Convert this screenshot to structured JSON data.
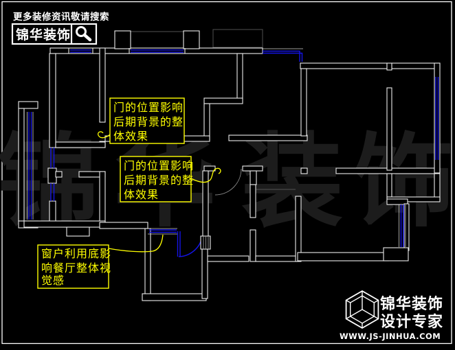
{
  "colors": {
    "background": "#000000",
    "wall_line": "#ececec",
    "window_blue": "#1414e6",
    "annotation_yellow": "#ffff00",
    "watermark_gray": "#1c1c1c",
    "brand_white": "#ffffff"
  },
  "header": {
    "tagline": "更多装修资讯敬请搜索",
    "brand": "锦华装饰",
    "search_icon": "magnifier"
  },
  "watermark": {
    "text": "锦 华 装 饰",
    "chars": [
      "锦",
      "华",
      "装",
      "饰"
    ]
  },
  "annotations": [
    {
      "lines": [
        "门的位置影响",
        "后期背景的整",
        "体效果"
      ]
    },
    {
      "lines": [
        "门的位置影响",
        "后期背景的整",
        "体效果"
      ]
    },
    {
      "lines": [
        "窗户利用底影",
        "响餐厅整体视",
        "觉感"
      ]
    }
  ],
  "footer": {
    "logo_icon": "cube-wireframe",
    "brand_line1": "锦华装饰",
    "brand_line2": "设计专家",
    "website": "WWW.JS-JINHUA.COM"
  }
}
